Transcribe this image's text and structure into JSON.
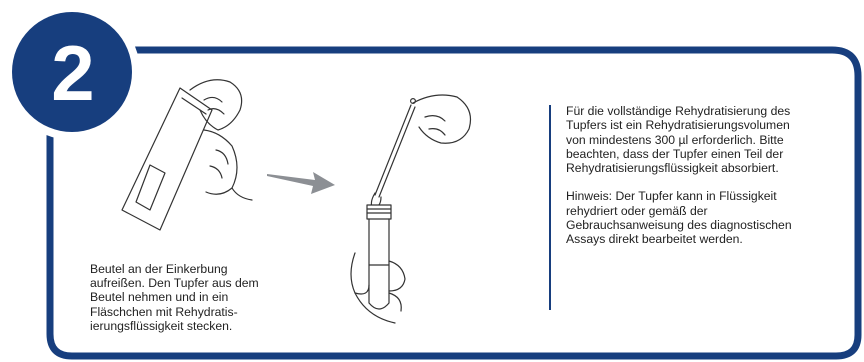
{
  "step": {
    "number": "2"
  },
  "colors": {
    "frame": "#173e7e",
    "text": "#222222",
    "arrow": "#8c8f94"
  },
  "left_caption": {
    "lines": [
      "Beutel an der Einkerbung",
      "aufreißen. Den Tupfer aus dem",
      "Beutel nehmen und in ein",
      "Fläschchen mit Rehydratis-",
      "ierungsflüssigkeit stecken."
    ]
  },
  "right_text": {
    "paragraph1": [
      "Für die vollständige Rehydratisierung des",
      "Tupfers ist ein Rehydratisierungsvolumen",
      "von mindestens 300 µl erforderlich. Bitte",
      "beachten, dass der Tupfer einen Teil der",
      "Rehydratisierungsflüssigkeit absorbiert."
    ],
    "paragraph2": [
      "Hinweis: Der Tupfer kann in Flüssigkeit",
      "rehydriert oder gemäß der",
      "Gebrauchsanweisung des diagnostischen",
      "Assays direkt bearbeitet werden."
    ]
  },
  "icons": {
    "pouch": "hands-opening-pouch-illustration",
    "arrow": "arrow-right-icon",
    "vial": "hand-inserting-swab-into-vial-illustration"
  }
}
